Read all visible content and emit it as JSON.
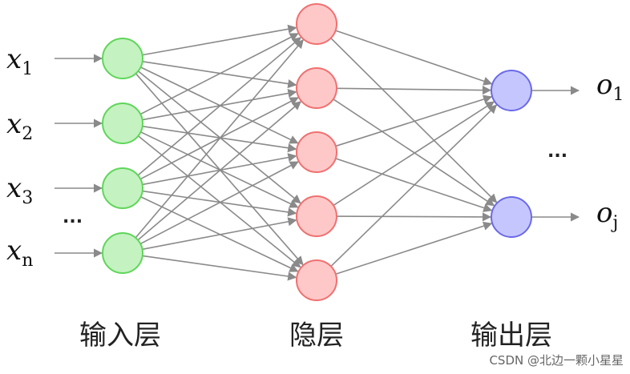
{
  "inputs": [
    {
      "base": "x",
      "sub": "1"
    },
    {
      "base": "x",
      "sub": "2"
    },
    {
      "base": "x",
      "sub": "3"
    },
    {
      "base": "x",
      "sub": "n"
    }
  ],
  "input_ellipsis": "...",
  "outputs": [
    {
      "base": "o",
      "sub": "1"
    },
    {
      "base": "o",
      "sub": "j"
    }
  ],
  "output_ellipsis": "...",
  "layers": {
    "input": "输入层",
    "hidden": "隐层",
    "output": "输出层"
  },
  "colors": {
    "input_fill": "#c4f2c0",
    "input_stroke": "#5fd65a",
    "hidden_fill": "#ffc8c8",
    "hidden_stroke": "#f07070",
    "output_fill": "#c6c6ff",
    "output_stroke": "#6a6ae8",
    "edge": "#8a8a8a"
  },
  "watermark": "CSDN @北边一颗小星星"
}
